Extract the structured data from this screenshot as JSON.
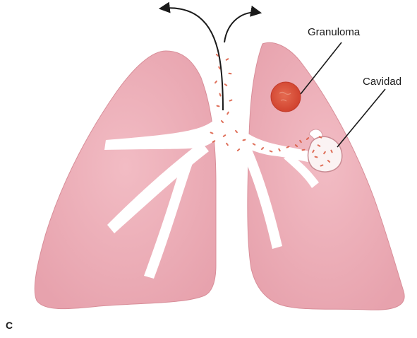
{
  "labels": {
    "granuloma": "Granuloma",
    "cavidad": "Cavidad",
    "panel": "C"
  },
  "colors": {
    "lung_fill": "#eeb0b9",
    "lung_edge": "#d88e99",
    "airway": "#ffffff",
    "bacteria": "#d9563c",
    "granuloma": "#dc4b36",
    "leader_line": "#1a1a1a"
  }
}
